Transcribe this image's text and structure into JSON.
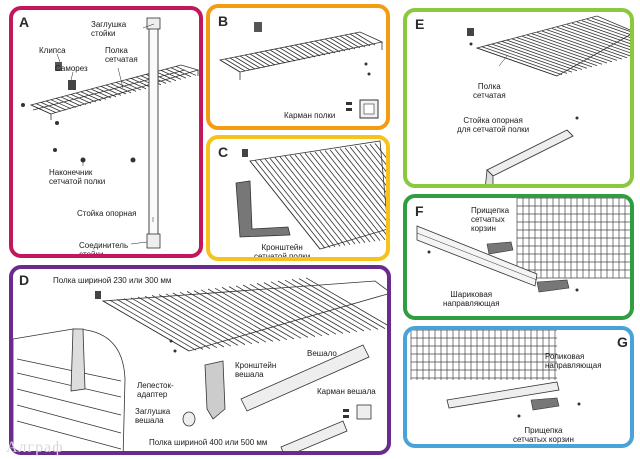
{
  "panels": {
    "A": {
      "letter": "A",
      "color": "#c2185b",
      "labels": {
        "cap_post": "Заглушка\nстойки",
        "clip": "Клипса",
        "shelf": "Полка\nсетчатая",
        "screw": "Саморез",
        "tip": "Наконечник\nсетчатой полки",
        "post": "Стойка опорная",
        "connector": "Соединитель\nстойки"
      }
    },
    "B": {
      "letter": "B",
      "color": "#f39c12",
      "labels": {
        "pocket": "Карман полки"
      }
    },
    "C": {
      "letter": "C",
      "color": "#f6c21b",
      "labels": {
        "bracket": "Кронштейн\nсетчатой полки"
      }
    },
    "D": {
      "letter": "D",
      "color": "#6a2c8c",
      "labels": {
        "shelf_top": "Полка шириной 230 или 300 мм",
        "petal": "Лепесток-\nадаптер",
        "hanger_bracket": "Кронштейн\nвешала",
        "rod": "Вешало",
        "cap_hanger": "Заглушка\nвешала",
        "pocket_hanger": "Карман вешала",
        "shelf_bottom": "Полка шириной 400 или 500 мм"
      }
    },
    "E": {
      "letter": "E",
      "color": "#8dc63f",
      "labels": {
        "shelf": "Полка\nсетчатая",
        "support": "Стойка опорная\nдля сетчатой полки"
      }
    },
    "F": {
      "letter": "F",
      "color": "#2e9e3e",
      "labels": {
        "clip": "Прищепка\nсетчатых\nкорзин",
        "slide": "Шариковая\nнаправляющая"
      }
    },
    "G": {
      "letter": "G",
      "color": "#4aa3d8",
      "labels": {
        "roller": "Роликовая\nнаправляющая",
        "clip": "Прищепка\nсетчатых корзин"
      }
    }
  },
  "watermark": "Алграф"
}
